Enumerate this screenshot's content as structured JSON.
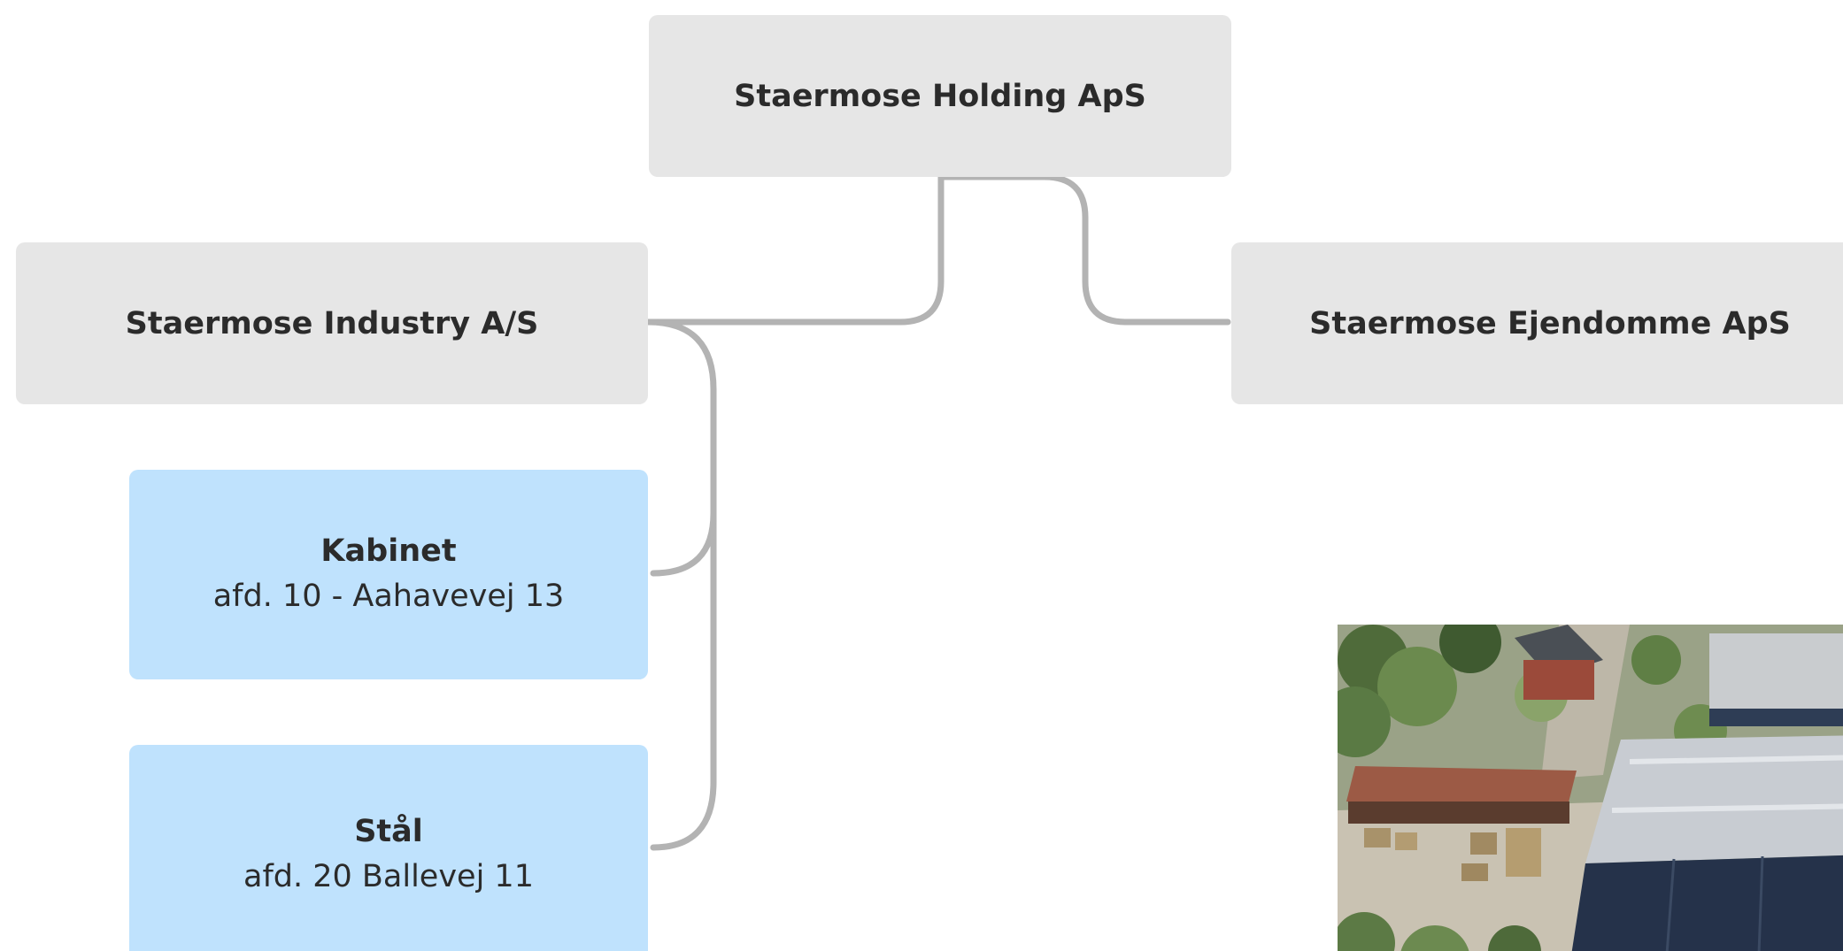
{
  "org_chart": {
    "holding": {
      "title": "Staermose Holding ApS"
    },
    "industry": {
      "title": "Staermose Industry A/S"
    },
    "ejendomme": {
      "title": "Staermose Ejendomme ApS"
    },
    "departments": [
      {
        "title": "Kabinet",
        "subtitle": "afd. 10 - Aahavevej 13"
      },
      {
        "title": "Stål",
        "subtitle": "afd. 20 Ballevej 11"
      }
    ]
  },
  "colors": {
    "company_box": "#e6e6e6",
    "department_box": "#bfe2fd",
    "connector": "#b3b3b3",
    "text": "#2b2b2b"
  },
  "photo": {
    "subject": "aerial-photo-of-industrial-site"
  }
}
